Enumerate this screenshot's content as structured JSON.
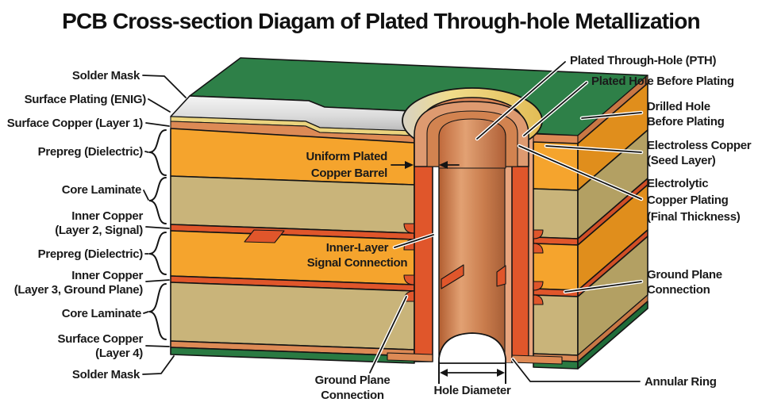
{
  "title": "PCB Cross-section Diagam of Plated Through-hole Metallization",
  "diagram": {
    "labels_left": [
      {
        "id": "solder-mask-top",
        "lines": [
          "Solder Mask"
        ]
      },
      {
        "id": "surface-plating-enig",
        "lines": [
          "Surface Plating (ENIG)"
        ]
      },
      {
        "id": "surface-copper-1",
        "lines": [
          "Surface Copper (Layer 1)"
        ]
      },
      {
        "id": "prepreg-1",
        "lines": [
          "Prepreg (Dielectric)"
        ]
      },
      {
        "id": "core-laminate-1",
        "lines": [
          "Core Laminate"
        ]
      },
      {
        "id": "inner-copper-2",
        "lines": [
          "Inner Copper",
          "(Layer 2, Signal)"
        ]
      },
      {
        "id": "prepreg-2",
        "lines": [
          "Prepreg (Dielectric)"
        ]
      },
      {
        "id": "inner-copper-3",
        "lines": [
          "Inner Copper",
          "(Layer 3, Ground Plane)"
        ]
      },
      {
        "id": "core-laminate-2",
        "lines": [
          "Core Laminate"
        ]
      },
      {
        "id": "surface-copper-4",
        "lines": [
          "Surface Copper",
          "(Layer 4)"
        ]
      },
      {
        "id": "solder-mask-bottom",
        "lines": [
          "Solder Mask"
        ]
      }
    ],
    "labels_right": [
      {
        "id": "pth",
        "lines": [
          "Plated Through-Hole (PTH)"
        ]
      },
      {
        "id": "plated-hole-before-plating",
        "lines": [
          "Plated Hole Before Plating"
        ]
      },
      {
        "id": "drilled-hole",
        "lines": [
          "Drilled Hole",
          "Before Plating"
        ]
      },
      {
        "id": "electroless-copper",
        "lines": [
          "Electroless Copper",
          "(Seed Layer)"
        ]
      },
      {
        "id": "electrolytic-plating",
        "lines": [
          "Electrolytic",
          "Copper Plating",
          "(Final Thickness)"
        ]
      },
      {
        "id": "ground-plane-connection-right",
        "lines": [
          "Ground Plane",
          "Connection"
        ]
      },
      {
        "id": "annular-ring",
        "lines": [
          "Annular Ring"
        ]
      }
    ],
    "labels_center": [
      {
        "id": "uniform-plated-copper-barrel",
        "lines": [
          "Uniform Plated",
          "Copper Barrel"
        ]
      },
      {
        "id": "inner-layer-signal-connection",
        "lines": [
          "Inner-Layer",
          "Signal Connection"
        ]
      },
      {
        "id": "ground-plane-connection-bottom",
        "lines": [
          "Ground Plane",
          "Connection"
        ]
      },
      {
        "id": "hole-diameter",
        "lines": [
          "Hole Diameter"
        ]
      }
    ],
    "colors": {
      "solder_mask_green": "#2E8048",
      "solder_mask_side": "#206C39",
      "enig_silver": "#E9E9E9",
      "pad_gold": "#EFD983",
      "prepreg_orange": "#F5A42D",
      "prepreg_side": "#E08E1C",
      "core_tan": "#C9B47A",
      "core_side": "#B3A063",
      "copper_trace": "#E0562B",
      "copper_surface": "#DD8A55",
      "seed_layer": "#E8A57E",
      "barrel_copper": "#CE8155",
      "outline": "#141414",
      "text": "#1a1a1a",
      "background": "#FFFFFF"
    }
  }
}
